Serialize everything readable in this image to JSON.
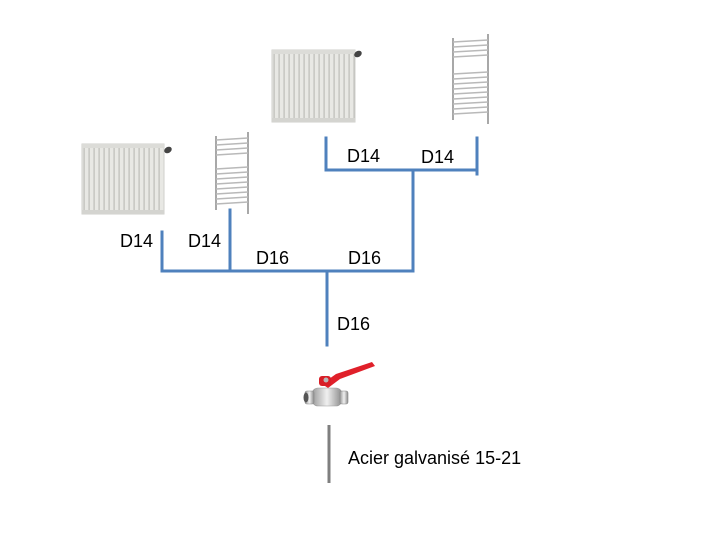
{
  "diagram": {
    "pipe_labels": {
      "upper_left": "D14",
      "upper_right": "D14",
      "lower_left_1": "D14",
      "lower_left_2": "D14",
      "lower_mid": "D16",
      "lower_right": "D16",
      "main_stem": "D16"
    },
    "supply_label": "Acier galvanisé 15-21",
    "components": [
      {
        "type": "panel-radiator",
        "position": "upper-left"
      },
      {
        "type": "towel-radiator",
        "position": "upper-right"
      },
      {
        "type": "panel-radiator",
        "position": "lower-left"
      },
      {
        "type": "towel-radiator",
        "position": "lower-right"
      },
      {
        "type": "ball-valve"
      }
    ],
    "colors": {
      "pipe_per": "#4f81bd",
      "pipe_steel": "#7f7f7f",
      "valve_handle": "#e0202a"
    }
  }
}
